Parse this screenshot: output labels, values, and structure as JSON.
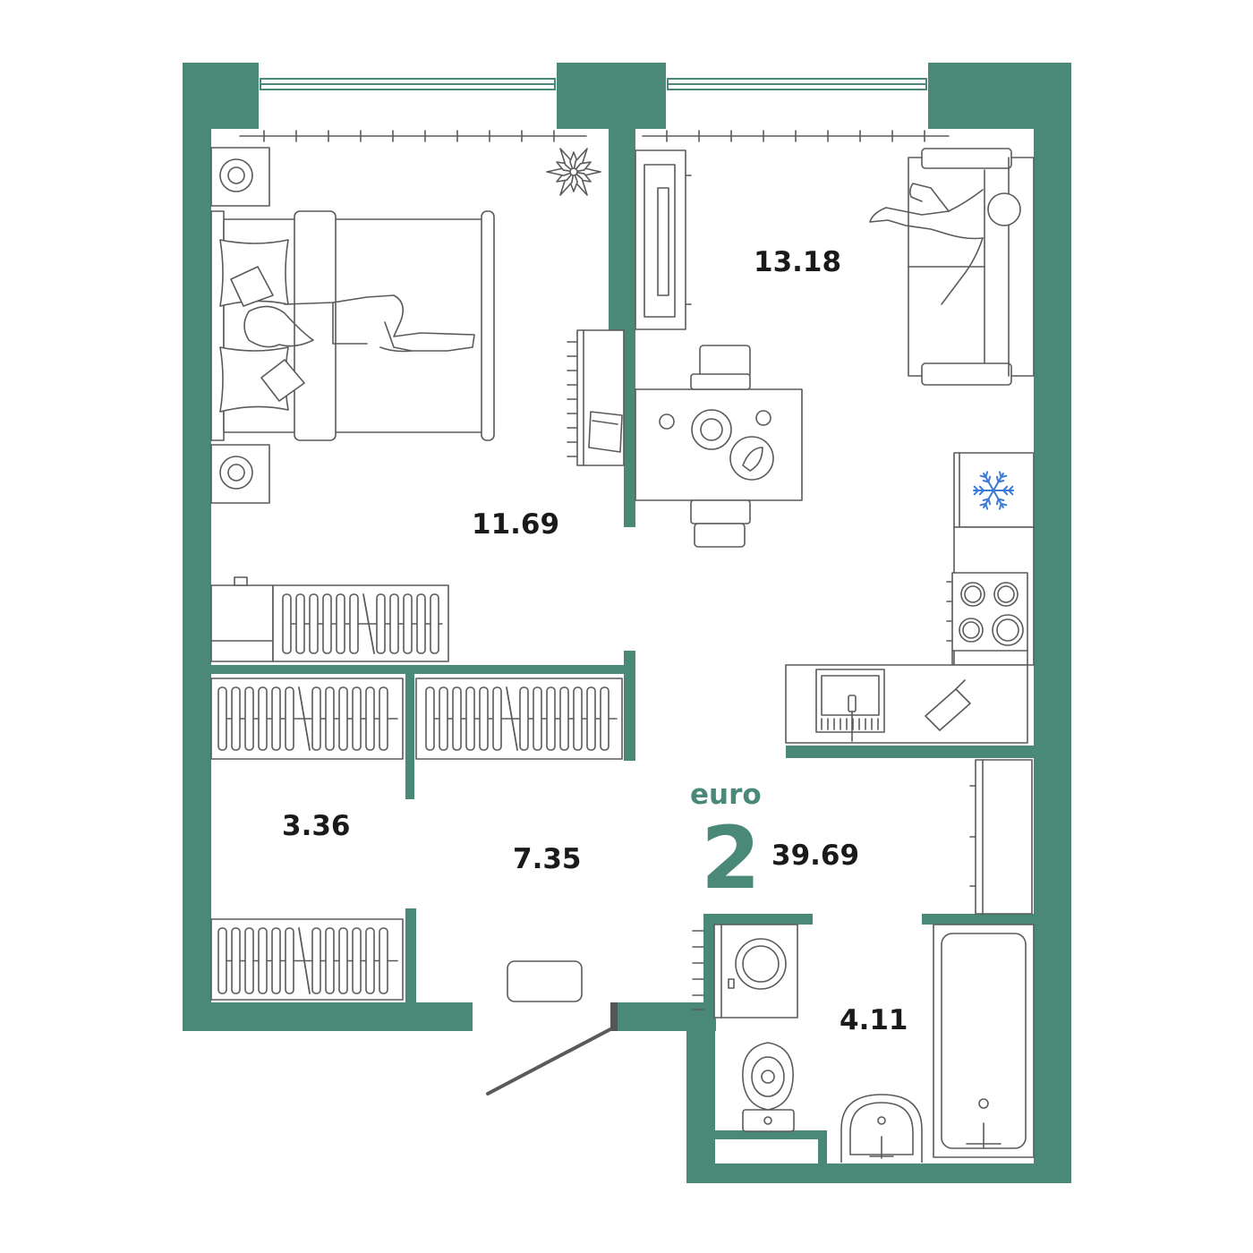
{
  "apartment": {
    "type_label": "euro",
    "rooms": "2",
    "total_area": "39.69"
  },
  "rooms": {
    "bedroom_area": "11.69",
    "living_kitchen_area": "13.18",
    "hall_area": "7.35",
    "storage_area": "3.36",
    "bathroom_area": "4.11"
  },
  "colors": {
    "wall": "#4a8878",
    "accent_text": "#4a8878",
    "snowflake": "#3a7bd5",
    "line": "#5a5a5a"
  },
  "icons": [
    "snowflake-icon",
    "plant-icon",
    "bed",
    "sofa",
    "stove",
    "sink",
    "bathtub",
    "toilet",
    "washing-machine"
  ]
}
